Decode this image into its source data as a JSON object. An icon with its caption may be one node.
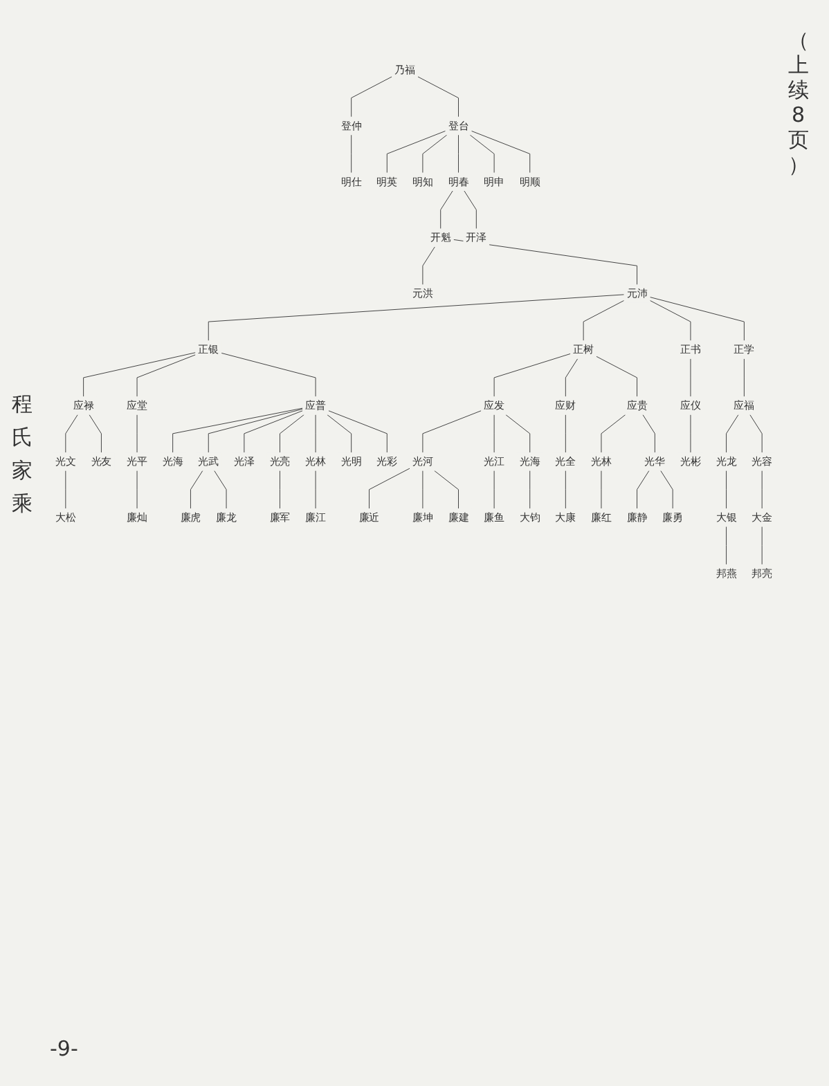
{
  "diagram": {
    "nodes": [
      {
        "text": [
          "乃福"
        ]
      },
      {
        "text": [
          "登仲"
        ]
      },
      {
        "text": [
          "登台"
        ]
      },
      {
        "text": [
          "明仕"
        ]
      },
      {
        "text": [
          "明英"
        ]
      },
      {
        "text": [
          "明知"
        ]
      },
      {
        "text": [
          "明春"
        ]
      },
      {
        "text": [
          "明申"
        ]
      },
      {
        "text": [
          "明顺"
        ]
      },
      {
        "text": [
          "开魁"
        ]
      },
      {
        "text": [
          "开泽"
        ]
      },
      {
        "text": [
          "元洪"
        ]
      },
      {
        "text": [
          "元沛"
        ]
      },
      {
        "text": [
          "正银"
        ]
      },
      {
        "text": [
          "正树"
        ]
      },
      {
        "text": [
          "正书"
        ]
      },
      {
        "text": [
          "正学"
        ]
      },
      {
        "text": [
          "应禄"
        ]
      },
      {
        "text": [
          "应堂"
        ]
      },
      {
        "text": [
          "应普"
        ]
      },
      {
        "text": [
          "应发"
        ]
      },
      {
        "text": [
          "应财"
        ]
      },
      {
        "text": [
          "应贵"
        ]
      },
      {
        "text": [
          "应仪"
        ]
      },
      {
        "text": [
          "应福"
        ]
      },
      {
        "text": [
          "光文"
        ]
      },
      {
        "text": [
          "光友"
        ]
      },
      {
        "text": [
          "光平"
        ]
      },
      {
        "text": [
          "光海"
        ]
      },
      {
        "text": [
          "光武"
        ]
      },
      {
        "text": [
          "光泽"
        ]
      },
      {
        "text": [
          "光亮"
        ]
      },
      {
        "text": [
          "光林"
        ]
      },
      {
        "text": [
          "光明"
        ]
      },
      {
        "text": [
          "光彩"
        ]
      },
      {
        "text": [
          "光河"
        ]
      },
      {
        "text": [
          "光江"
        ]
      },
      {
        "text": [
          "光海"
        ]
      },
      {
        "text": [
          "光全"
        ]
      },
      {
        "text": [
          "光林"
        ]
      },
      {
        "text": [
          "光华"
        ]
      },
      {
        "text": [
          "光彬"
        ]
      },
      {
        "text": [
          "光龙"
        ]
      },
      {
        "text": [
          "光容"
        ]
      },
      {
        "text": [
          "大松"
        ]
      },
      {
        "text": [
          "廉灿"
        ]
      },
      {
        "text": [
          "廉虎"
        ]
      },
      {
        "text": [
          "廉龙"
        ]
      },
      {
        "text": [
          "廉军"
        ]
      },
      {
        "text": [
          "廉江"
        ]
      },
      {
        "text": [
          "廉近"
        ]
      },
      {
        "text": [
          "廉坤"
        ]
      },
      {
        "text": [
          "廉建"
        ]
      },
      {
        "text": [
          "廉鱼"
        ]
      },
      {
        "text": [
          "大钧"
        ]
      },
      {
        "text": [
          "大康"
        ]
      },
      {
        "text": [
          "廉红"
        ]
      },
      {
        "text": [
          "廉静"
        ]
      },
      {
        "text": [
          "廉勇"
        ]
      },
      {
        "text": [
          "大银"
        ]
      },
      {
        "text": [
          "大金"
        ]
      },
      {
        "text": [
          "邦燕"
        ]
      },
      {
        "text": [
          "邦亮"
        ]
      }
    ],
    "edges": [
      {
        "from": 0,
        "to": 1,
        "arrow": "none"
      },
      {
        "from": 0,
        "to": 2,
        "arrow": "none"
      },
      {
        "from": 1,
        "to": 3,
        "arrow": "none"
      },
      {
        "from": 2,
        "to": 4,
        "arrow": "none"
      },
      {
        "from": 2,
        "to": 5,
        "arrow": "none"
      },
      {
        "from": 2,
        "to": 6,
        "arrow": "none"
      },
      {
        "from": 2,
        "to": 7,
        "arrow": "none"
      },
      {
        "from": 2,
        "to": 8,
        "arrow": "none"
      },
      {
        "from": 6,
        "to": 9,
        "arrow": "none"
      },
      {
        "from": 6,
        "to": 10,
        "arrow": "none"
      },
      {
        "from": 9,
        "to": 11,
        "arrow": "none"
      },
      {
        "from": 9,
        "to": 12,
        "arrow": "none"
      },
      {
        "from": 12,
        "to": 13,
        "arrow": "none"
      },
      {
        "from": 12,
        "to": 14,
        "arrow": "none"
      },
      {
        "from": 12,
        "to": 15,
        "arrow": "none"
      },
      {
        "from": 12,
        "to": 16,
        "arrow": "none"
      },
      {
        "from": 13,
        "to": 17,
        "arrow": "none"
      },
      {
        "from": 13,
        "to": 18,
        "arrow": "none"
      },
      {
        "from": 13,
        "to": 19,
        "arrow": "none"
      },
      {
        "from": 14,
        "to": 20,
        "arrow": "none"
      },
      {
        "from": 14,
        "to": 21,
        "arrow": "none"
      },
      {
        "from": 14,
        "to": 22,
        "arrow": "none"
      },
      {
        "from": 15,
        "to": 23,
        "arrow": "none"
      },
      {
        "from": 16,
        "to": 24,
        "arrow": "none"
      },
      {
        "from": 17,
        "to": 25,
        "arrow": "none"
      },
      {
        "from": 17,
        "to": 26,
        "arrow": "none"
      },
      {
        "from": 18,
        "to": 27,
        "arrow": "none"
      },
      {
        "from": 19,
        "to": 28,
        "arrow": "none"
      },
      {
        "from": 19,
        "to": 29,
        "arrow": "none"
      },
      {
        "from": 19,
        "to": 30,
        "arrow": "none"
      },
      {
        "from": 19,
        "to": 31,
        "arrow": "none"
      },
      {
        "from": 19,
        "to": 32,
        "arrow": "none"
      },
      {
        "from": 19,
        "to": 33,
        "arrow": "none"
      },
      {
        "from": 19,
        "to": 34,
        "arrow": "none"
      },
      {
        "from": 20,
        "to": 35,
        "arrow": "none"
      },
      {
        "from": 20,
        "to": 36,
        "arrow": "none"
      },
      {
        "from": 20,
        "to": 37,
        "arrow": "none"
      },
      {
        "from": 21,
        "to": 38,
        "arrow": "none"
      },
      {
        "from": 22,
        "to": 39,
        "arrow": "none"
      },
      {
        "from": 22,
        "to": 40,
        "arrow": "none"
      },
      {
        "from": 23,
        "to": 41,
        "arrow": "none"
      },
      {
        "from": 24,
        "to": 42,
        "arrow": "none"
      },
      {
        "from": 24,
        "to": 43,
        "arrow": "none"
      },
      {
        "from": 25,
        "to": 44,
        "arrow": "none"
      },
      {
        "from": 27,
        "to": 45,
        "arrow": "none"
      },
      {
        "from": 29,
        "to": 46,
        "arrow": "none"
      },
      {
        "from": 29,
        "to": 47,
        "arrow": "none"
      },
      {
        "from": 31,
        "to": 48,
        "arrow": "none"
      },
      {
        "from": 32,
        "to": 49,
        "arrow": "none"
      },
      {
        "from": 35,
        "to": 50,
        "arrow": "none"
      },
      {
        "from": 35,
        "to": 51,
        "arrow": "none"
      },
      {
        "from": 35,
        "to": 52,
        "arrow": "none"
      },
      {
        "from": 36,
        "to": 53,
        "arrow": "none"
      },
      {
        "from": 37,
        "to": 54,
        "arrow": "none"
      },
      {
        "from": 38,
        "to": 55,
        "arrow": "none"
      },
      {
        "from": 39,
        "to": 56,
        "arrow": "none"
      },
      {
        "from": 40,
        "to": 57,
        "arrow": "none"
      },
      {
        "from": 40,
        "to": 58,
        "arrow": "none"
      },
      {
        "from": 42,
        "to": 59,
        "arrow": "none"
      },
      {
        "from": 43,
        "to": 60,
        "arrow": "none"
      },
      {
        "from": 59,
        "to": 61,
        "arrow": "none"
      },
      {
        "from": 60,
        "to": 62,
        "arrow": "none"
      }
    ],
    "labels": [
      "（上续8页）",
      "程氏家乘",
      "-9-"
    ]
  }
}
